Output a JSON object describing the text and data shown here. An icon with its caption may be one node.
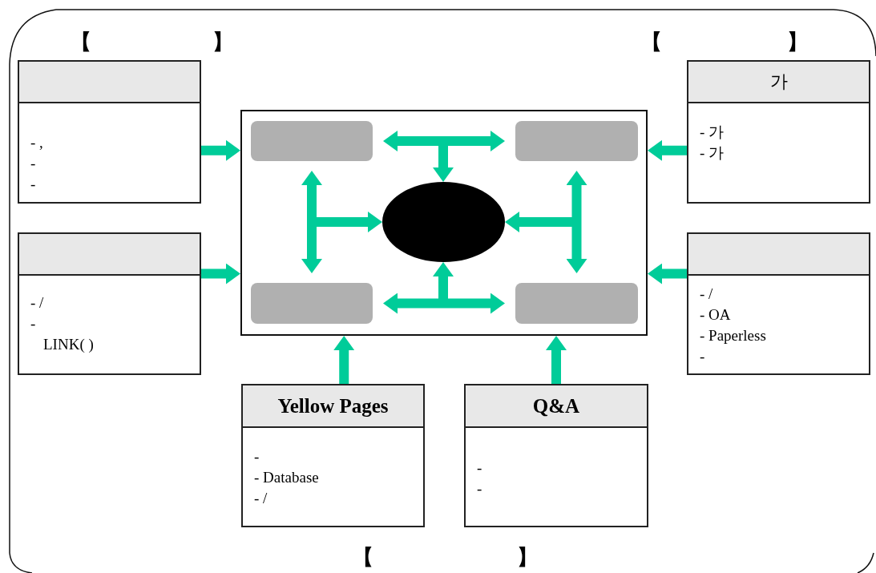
{
  "diagram": {
    "nodes": [
      {
        "text": [],
        "shape": "box"
      },
      {
        "text": [],
        "shape": "box",
        "in": 0
      },
      {
        "text": [],
        "shape": "box",
        "in": 0
      },
      {
        "text": [],
        "shape": "circle",
        "in": 0
      },
      {
        "text": [],
        "shape": "box",
        "in": 0
      },
      {
        "text": [],
        "shape": "box",
        "in": 0
      },
      {
        "text": [
          "- ,",
          "-",
          "-"
        ]
      },
      {
        "text": [],
        "shape": "box",
        "in": 6
      },
      {
        "text": [
          "- 가",
          "- 가"
        ]
      },
      {
        "text": [
          "가"
        ],
        "in": 8
      },
      {
        "text": [
          "- /",
          "-",
          "LINK( )"
        ]
      },
      {
        "text": [],
        "shape": "box",
        "in": 10
      },
      {
        "text": [
          "- /",
          "- OA",
          "- Paperless",
          "-"
        ]
      },
      {
        "text": [],
        "shape": "box",
        "in": 12
      },
      {
        "text": [
          "-",
          "- Database",
          "- /"
        ]
      },
      {
        "text": [
          "Yellow Pages"
        ],
        "in": 14
      },
      {
        "text": [
          "-",
          "-"
        ]
      },
      {
        "text": [
          "Q&A"
        ],
        "in": 16
      }
    ],
    "edges": [
      {
        "from": 6,
        "to": 0,
        "arrow": "to"
      },
      {
        "from": 10,
        "to": 0,
        "arrow": "to"
      },
      {
        "from": 8,
        "to": 0,
        "arrow": "to"
      },
      {
        "from": 12,
        "to": 0,
        "arrow": "to"
      },
      {
        "from": 14,
        "to": 0,
        "arrow": "to"
      },
      {
        "from": 16,
        "to": 0,
        "arrow": "to"
      },
      {
        "from": 1,
        "to": 2,
        "arrow": "both"
      },
      {
        "from": 1,
        "to": 4,
        "arrow": "both"
      },
      {
        "from": 2,
        "to": 5,
        "arrow": "both"
      },
      {
        "from": 4,
        "to": 5,
        "arrow": "both"
      },
      {
        "from": null,
        "to": 3,
        "arrow": "to"
      },
      {
        "from": null,
        "to": 3,
        "arrow": "to"
      },
      {
        "from": null,
        "to": 3,
        "arrow": "to"
      },
      {
        "from": null,
        "to": 3,
        "arrow": "to"
      }
    ],
    "labels": [
      "【",
      "】",
      "【",
      "】",
      "【",
      "】"
    ]
  }
}
